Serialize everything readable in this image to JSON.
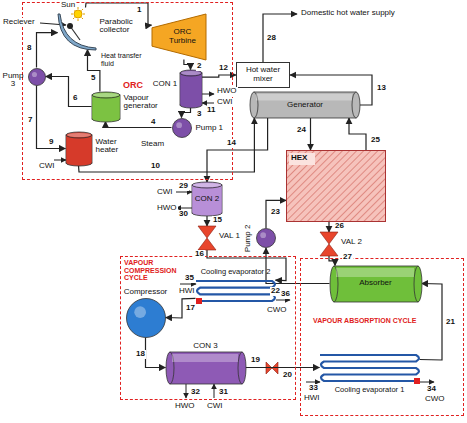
{
  "diagram": {
    "nodes": [
      {
        "text": [
          "ORC"
        ]
      },
      {
        "text": [
          "Parabolic collector"
        ],
        "in": 0
      },
      {
        "text": [
          "ORC Turbine"
        ],
        "in": 0
      },
      {
        "text": [
          "CON 1"
        ],
        "in": 0
      },
      {
        "text": [
          "Pump 3"
        ],
        "in": 0
      },
      {
        "text": [
          "Vapour generator"
        ],
        "in": 0
      },
      {
        "text": [
          "Pump 1"
        ],
        "in": 0
      },
      {
        "text": [
          "Water heater"
        ],
        "in": 0
      },
      {
        "text": [
          "Hot water mixer"
        ]
      },
      {
        "text": [
          "Generator"
        ]
      },
      {
        "text": [
          "CON 2"
        ]
      },
      {
        "text": [
          "HEX"
        ]
      },
      {
        "text": [
          "VAL 1"
        ]
      },
      {
        "text": [
          "Pump 2"
        ]
      },
      {
        "text": [
          "VAL 2"
        ]
      },
      {
        "text": [
          "VAPOUR COMPRESSION CYCLE"
        ]
      },
      {
        "text": [
          "Cooling evaporator 2"
        ],
        "in": 15
      },
      {
        "text": [
          "Compressor"
        ],
        "in": 15
      },
      {
        "text": [
          "CON 3"
        ],
        "in": 15
      },
      {
        "text": [
          "VAPOUR ABSORPTION CYCLE"
        ]
      },
      {
        "text": [
          "Absorber"
        ],
        "in": 19
      },
      {
        "text": [
          "Cooling evaporator 1"
        ],
        "in": 19
      }
    ],
    "edges": [
      {
        "from": 1,
        "to": 2,
        "arrow": "to"
      },
      {
        "from": 2,
        "to": 3,
        "arrow": "to"
      },
      {
        "from": 3,
        "to": 6,
        "arrow": "to"
      },
      {
        "from": 6,
        "to": 5,
        "arrow": "to"
      },
      {
        "from": 5,
        "to": 1,
        "arrow": "to"
      },
      {
        "from": 5,
        "to": 4,
        "arrow": "to"
      },
      {
        "from": 4,
        "to": 7,
        "arrow": "to"
      },
      {
        "from": 7,
        "to": 9,
        "arrow": "to"
      },
      {
        "from": 3,
        "to": 8,
        "arrow": "to"
      },
      {
        "from": 9,
        "to": 8,
        "arrow": "to"
      },
      {
        "from": 9,
        "to": 10,
        "arrow": "to"
      },
      {
        "from": 9,
        "to": 11,
        "arrow": "to"
      },
      {
        "from": 11,
        "to": 9,
        "arrow": "to"
      },
      {
        "from": 10,
        "to": 12,
        "arrow": "to"
      },
      {
        "from": 12,
        "to": 16,
        "arrow": "to"
      },
      {
        "from": 16,
        "to": 17,
        "arrow": "to"
      },
      {
        "from": 17,
        "to": 18,
        "arrow": "to"
      },
      {
        "from": 18,
        "to": 21,
        "arrow": "to"
      },
      {
        "from": 21,
        "to": 20,
        "arrow": "to"
      },
      {
        "from": 20,
        "to": 13,
        "arrow": "to"
      },
      {
        "from": 13,
        "to": 11,
        "arrow": "to"
      },
      {
        "from": 11,
        "to": 14,
        "arrow": "to"
      },
      {
        "from": 14,
        "to": 20,
        "arrow": "to"
      },
      {
        "from": 4,
        "to": 1,
        "arrow": "to"
      }
    ],
    "labels": [
      "Reciever",
      "Sun",
      "Heat transfer fluid",
      "Steam",
      "Domestic hot water supply",
      "1",
      "2",
      "3",
      "4",
      "5",
      "6",
      "7",
      "8",
      "9",
      "10",
      "11",
      "12",
      "13",
      "14",
      "15",
      "16",
      "17",
      "18",
      "19",
      "20",
      "21",
      "22",
      "23",
      "24",
      "25",
      "26",
      "27",
      "28",
      "29",
      "30",
      "31",
      "32",
      "33",
      "34",
      "35",
      "36",
      "CWI",
      "HWO",
      "CWI",
      "CWI",
      "HWO",
      "HWI",
      "CWO",
      "HWO",
      "CWI",
      "HWI",
      "CWO"
    ]
  }
}
